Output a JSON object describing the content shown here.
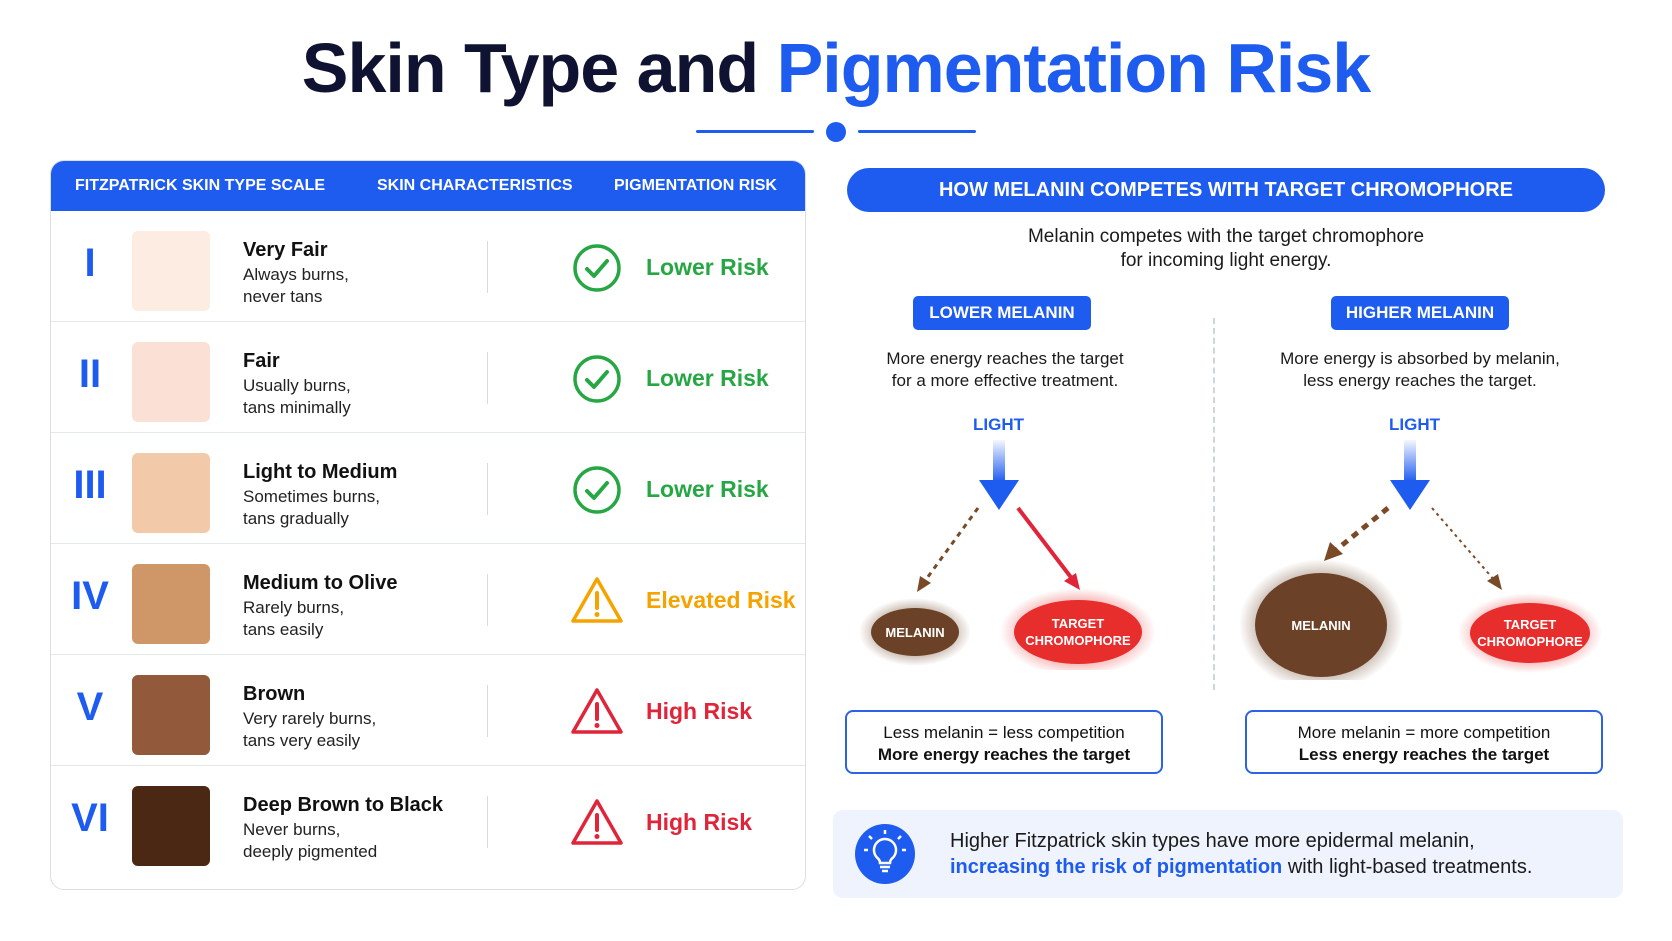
{
  "title": {
    "part1": "Skin Type and",
    "part2": "Pigmentation Risk"
  },
  "table": {
    "headers": [
      "FITZPATRICK SKIN TYPE SCALE",
      "SKIN CHARACTERISTICS",
      "PIGMENTATION RISK"
    ],
    "rows": [
      {
        "numeral": "I",
        "name": "Very Fair",
        "desc1": "Always burns,",
        "desc2": "never tans",
        "risk": "Lower Risk",
        "level": "lower",
        "swatch": "#fcece2"
      },
      {
        "numeral": "II",
        "name": "Fair",
        "desc1": "Usually burns,",
        "desc2": "tans minimally",
        "risk": "Lower Risk",
        "level": "lower",
        "swatch": "#fbe1d5"
      },
      {
        "numeral": "III",
        "name": "Light to Medium",
        "desc1": "Sometimes burns,",
        "desc2": "tans gradually",
        "risk": "Lower Risk",
        "level": "lower",
        "swatch": "#f2caa9"
      },
      {
        "numeral": "IV",
        "name": "Medium to Olive",
        "desc1": "Rarely burns,",
        "desc2": "tans easily",
        "risk": "Elevated Risk",
        "level": "elevated",
        "swatch": "#cf9768"
      },
      {
        "numeral": "V",
        "name": "Brown",
        "desc1": "Very rarely burns,",
        "desc2": "tans very easily",
        "risk": "High Risk",
        "level": "high",
        "swatch": "#92593b"
      },
      {
        "numeral": "VI",
        "name": "Deep Brown to Black",
        "desc1": "Never burns,",
        "desc2": "deeply pigmented",
        "risk": "High Risk",
        "level": "high",
        "swatch": "#4a2813"
      }
    ]
  },
  "colors": {
    "accent": "#1e5cf0",
    "lower": "#27a744",
    "elevated": "#f5a300",
    "high": "#e0253a",
    "melanin": "#6b4227",
    "target": "#e82d2d"
  },
  "right": {
    "header": "HOW MELANIN COMPETES WITH TARGET CHROMOPHORE",
    "intro1": "Melanin competes with the target chromophore",
    "intro2": "for incoming light energy.",
    "left_col": {
      "pill": "LOWER MELANIN",
      "desc1": "More energy reaches the target",
      "desc2": "for a more effective treatment.",
      "light": "LIGHT",
      "melanin": "MELANIN",
      "target1": "TARGET",
      "target2": "CHROMOPHORE",
      "note1": "Less melanin = less competition",
      "note2": "More energy reaches the target"
    },
    "right_col": {
      "pill": "HIGHER MELANIN",
      "desc1": "More energy is absorbed by melanin,",
      "desc2": "less energy reaches the target.",
      "light": "LIGHT",
      "melanin": "MELANIN",
      "target1": "TARGET",
      "target2": "CHROMOPHORE",
      "note1": "More melanin = more competition",
      "note2": "Less energy reaches the target"
    }
  },
  "footer": {
    "line1": "Higher Fitzpatrick skin types have more epidermal melanin,",
    "highlight": "increasing the risk of pigmentation",
    "line2_rest": " with light-based treatments.",
    "icon": "lightbulb-icon"
  }
}
